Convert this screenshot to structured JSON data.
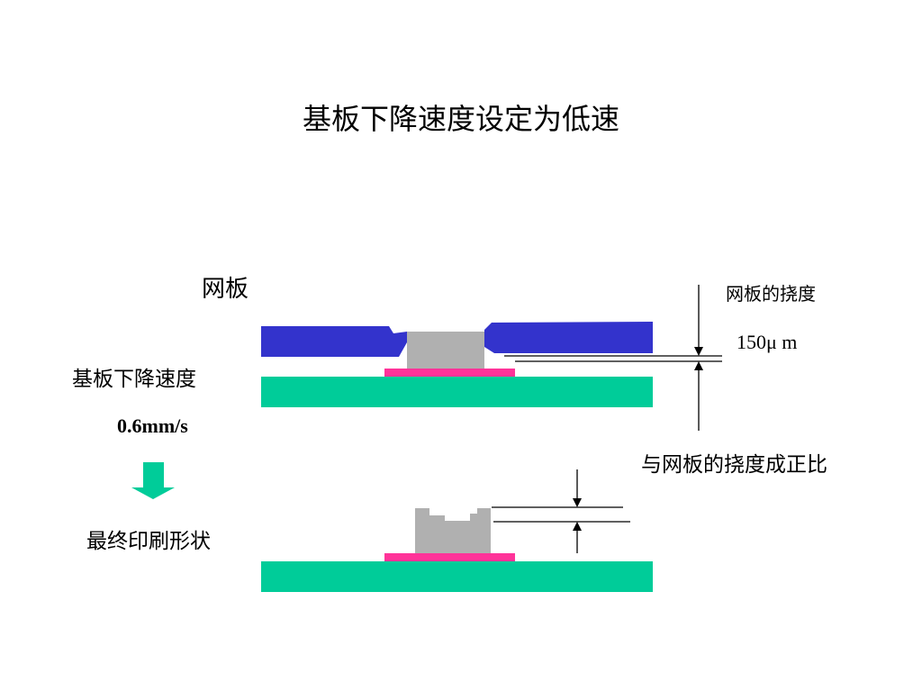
{
  "title": "基板下降速度设定为低速",
  "labels": {
    "stencil": "网板",
    "speed": "基板下降速度",
    "speed_value": "0.6mm/s",
    "final_shape": "最终印刷形状",
    "deflection": "网板的挠度",
    "deflection_value": "150μ m",
    "proportional": "与网板的挠度成正比"
  },
  "colors": {
    "stencil": "#3333cc",
    "substrate": "#00cc99",
    "pad": "#ff3399",
    "paste": "#b0b0b0",
    "arrow": "#00cc99"
  }
}
